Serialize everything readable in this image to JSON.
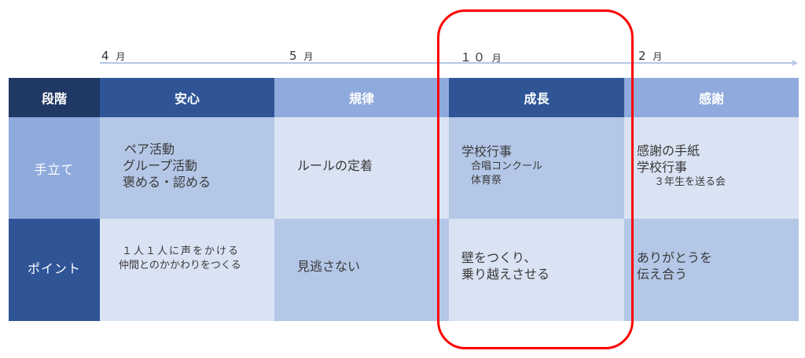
{
  "timeline": {
    "months": [
      {
        "num": "4",
        "unit": "月"
      },
      {
        "num": "5",
        "unit": "月"
      },
      {
        "num": "１０",
        "unit": "月"
      },
      {
        "num": "2",
        "unit": "月"
      }
    ]
  },
  "table": {
    "header": [
      "段階",
      "安心",
      "規律",
      "成長",
      "感謝"
    ],
    "rows": [
      {
        "label": "手立て",
        "cells": [
          {
            "lines": [
              "ペア活動",
              "グループ活動",
              "褒める・認める"
            ]
          },
          {
            "lines": [
              "ルールの定着"
            ]
          },
          {
            "lines": [
              "学校行事"
            ],
            "sub": [
              " 合唱コンクール",
              " 体育祭"
            ]
          },
          {
            "lines": [
              "感謝の手紙",
              "学校行事"
            ],
            "sub": [
              "  ３年生を送る会"
            ]
          }
        ]
      },
      {
        "label": "ポイント",
        "cells": [
          {
            "lines": [
              "１人１人に声をかける",
              "仲間とのかかわりをつくる"
            ]
          },
          {
            "lines": [
              "見逃さない"
            ]
          },
          {
            "lines": [
              "壁をつくり、",
              "乗り越えさせる"
            ]
          },
          {
            "lines": [
              "ありがとうを",
              "伝え合う"
            ]
          }
        ]
      }
    ]
  },
  "colors": {
    "header_dark": "#1f3864",
    "header_mid": "#2f5597",
    "header_light": "#8faadc",
    "cell_mid": "#b4c7e7",
    "cell_light": "#dae3f3",
    "highlight_frame": "#ff0000",
    "timeline": "#b4c7e7"
  }
}
